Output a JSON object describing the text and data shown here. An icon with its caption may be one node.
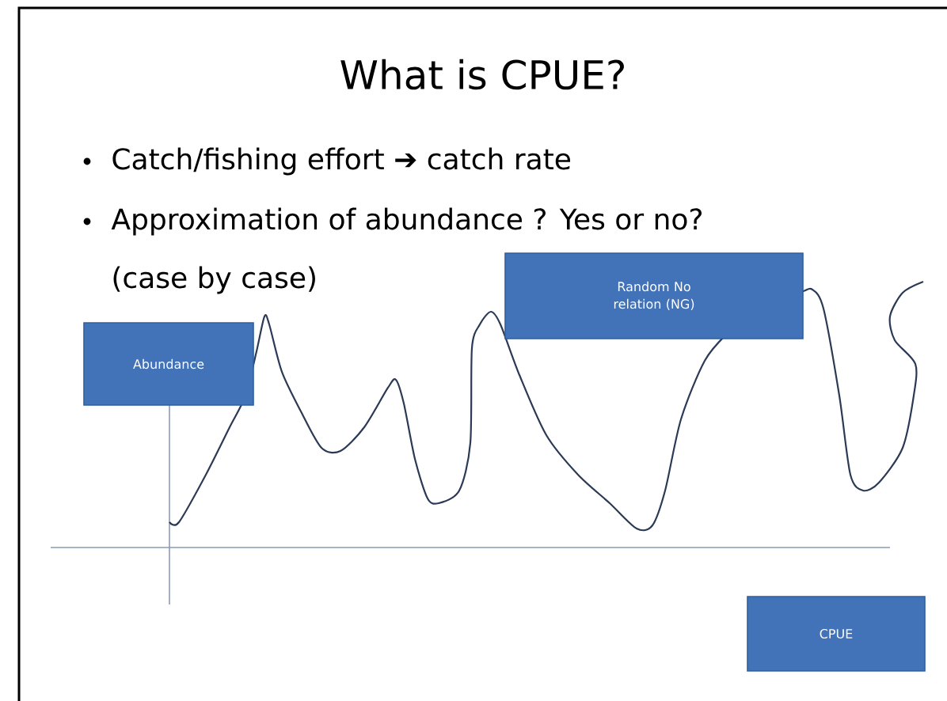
{
  "diagram": {
    "title": "What is CPUE?",
    "nodes": [
      {
        "text": [
          "Abundance"
        ]
      },
      {
        "text": [
          "Random No relation (NG)"
        ]
      },
      {
        "text": [
          "CPUE"
        ]
      }
    ],
    "labels": [
      "Catch/fishing effort ➔ catch rate",
      "Approximation of abundance ? Yes or no?",
      "(case by case)"
    ]
  }
}
